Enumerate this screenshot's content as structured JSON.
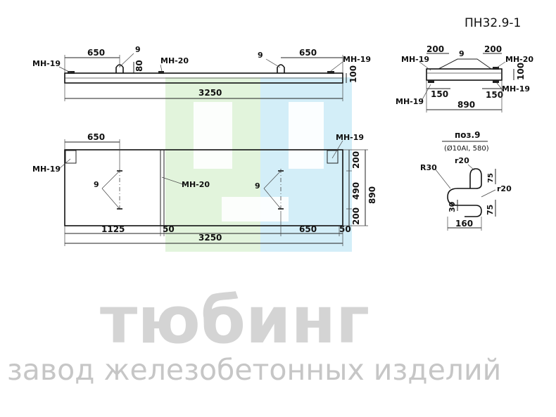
{
  "title": "ПН32.9-1",
  "watermark": {
    "brand": "тюбинг",
    "tagline": "завод железобетонных изделий",
    "colors": {
      "green": "#d8f0d0",
      "blue": "#c8eaf6"
    }
  },
  "side_view": {
    "dim_left": "650",
    "dim_right": "650",
    "dim_height_80": "80",
    "dim_height_100": "100",
    "dim_length": "3250",
    "label_mn19_left": "МН-19",
    "label_mn19_right": "МН-19",
    "label_mn20": "МН-20",
    "label_9_left": "9",
    "label_9_right": "9"
  },
  "end_view": {
    "dim_200_left": "200",
    "dim_200_right": "200",
    "label_9": "9",
    "label_mn19_top": "МН-19",
    "label_mn20": "МН-20",
    "dim_100": "100",
    "label_mn19_right": "МН-19",
    "dim_150_left": "150",
    "dim_150_right": "150",
    "label_mn19_bottom": "МН-19",
    "dim_width": "890"
  },
  "plan_view": {
    "dim_top_650": "650",
    "label_mn19_left": "МН-19",
    "label_mn19_right": "МН-19",
    "label_mn20": "МН-20",
    "label_9_left": "9",
    "label_9_right": "9",
    "dim_200_top": "200",
    "dim_490": "490",
    "dim_200_bottom": "200",
    "dim_890": "890",
    "dim_1125": "1125",
    "dim_50_left": "50",
    "dim_650_bottom": "650",
    "dim_50_right": "50",
    "dim_3250": "3250"
  },
  "pos9": {
    "title": "поз.9",
    "spec": "(Ø10AI, 580)",
    "label_r30": "R30",
    "label_r20_top": "r20",
    "label_r20_right": "r20",
    "dim_75_top": "75",
    "dim_30": "30",
    "dim_75_bottom": "75",
    "dim_160": "160"
  }
}
